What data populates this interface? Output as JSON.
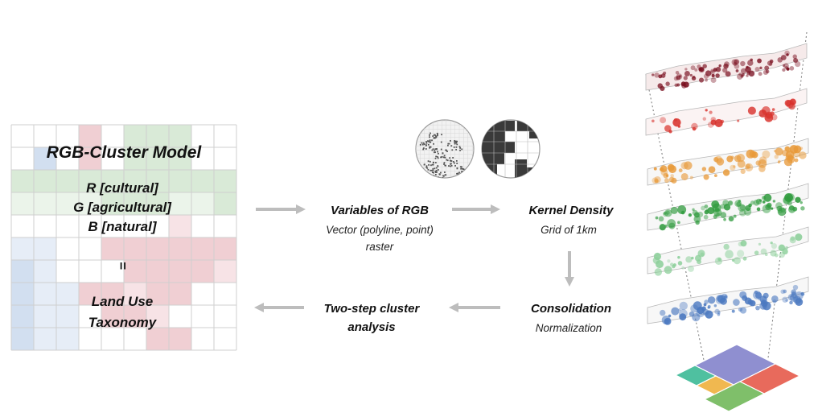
{
  "model": {
    "title": "RGB-Cluster Model",
    "r_label": "R [cultural]",
    "g_label": "G [agricultural]",
    "b_label": "B [natural]",
    "equals": "=",
    "land_use_line1": "Land Use",
    "land_use_line2": "Taxonomy"
  },
  "steps": {
    "variables": {
      "title": "Variables of RGB",
      "sub1": "Vector (polyline, point)",
      "sub2": "raster"
    },
    "kernel": {
      "title": "Kernel Density",
      "sub": "Grid of 1km"
    },
    "consolidation": {
      "title": "Consolidation",
      "sub": "Normalization"
    },
    "cluster": {
      "title_line1": "Two-step cluster",
      "title_line2": "analysis"
    }
  },
  "layers": [
    {
      "name": "layer-cultural-dark",
      "color": "#7a1020"
    },
    {
      "name": "layer-cultural-points",
      "color": "#d8302a"
    },
    {
      "name": "layer-cultural-density",
      "color": "#e89a3a"
    },
    {
      "name": "layer-agricultural",
      "color": "#2e9a3c"
    },
    {
      "name": "layer-agricultural-light",
      "color": "#8ccf9a"
    },
    {
      "name": "layer-natural",
      "color": "#4a78c0"
    }
  ],
  "colors": {
    "grid_red": "#f0cfd3",
    "grid_green": "#d9ead7",
    "grid_blue": "#d2dff0",
    "arrow": "#bdbdbd",
    "base_purple": "#8f8fd0",
    "base_red": "#e86a5c",
    "base_green": "#7fbf6a",
    "base_teal": "#4fc0a0",
    "base_orange": "#f0b850"
  }
}
